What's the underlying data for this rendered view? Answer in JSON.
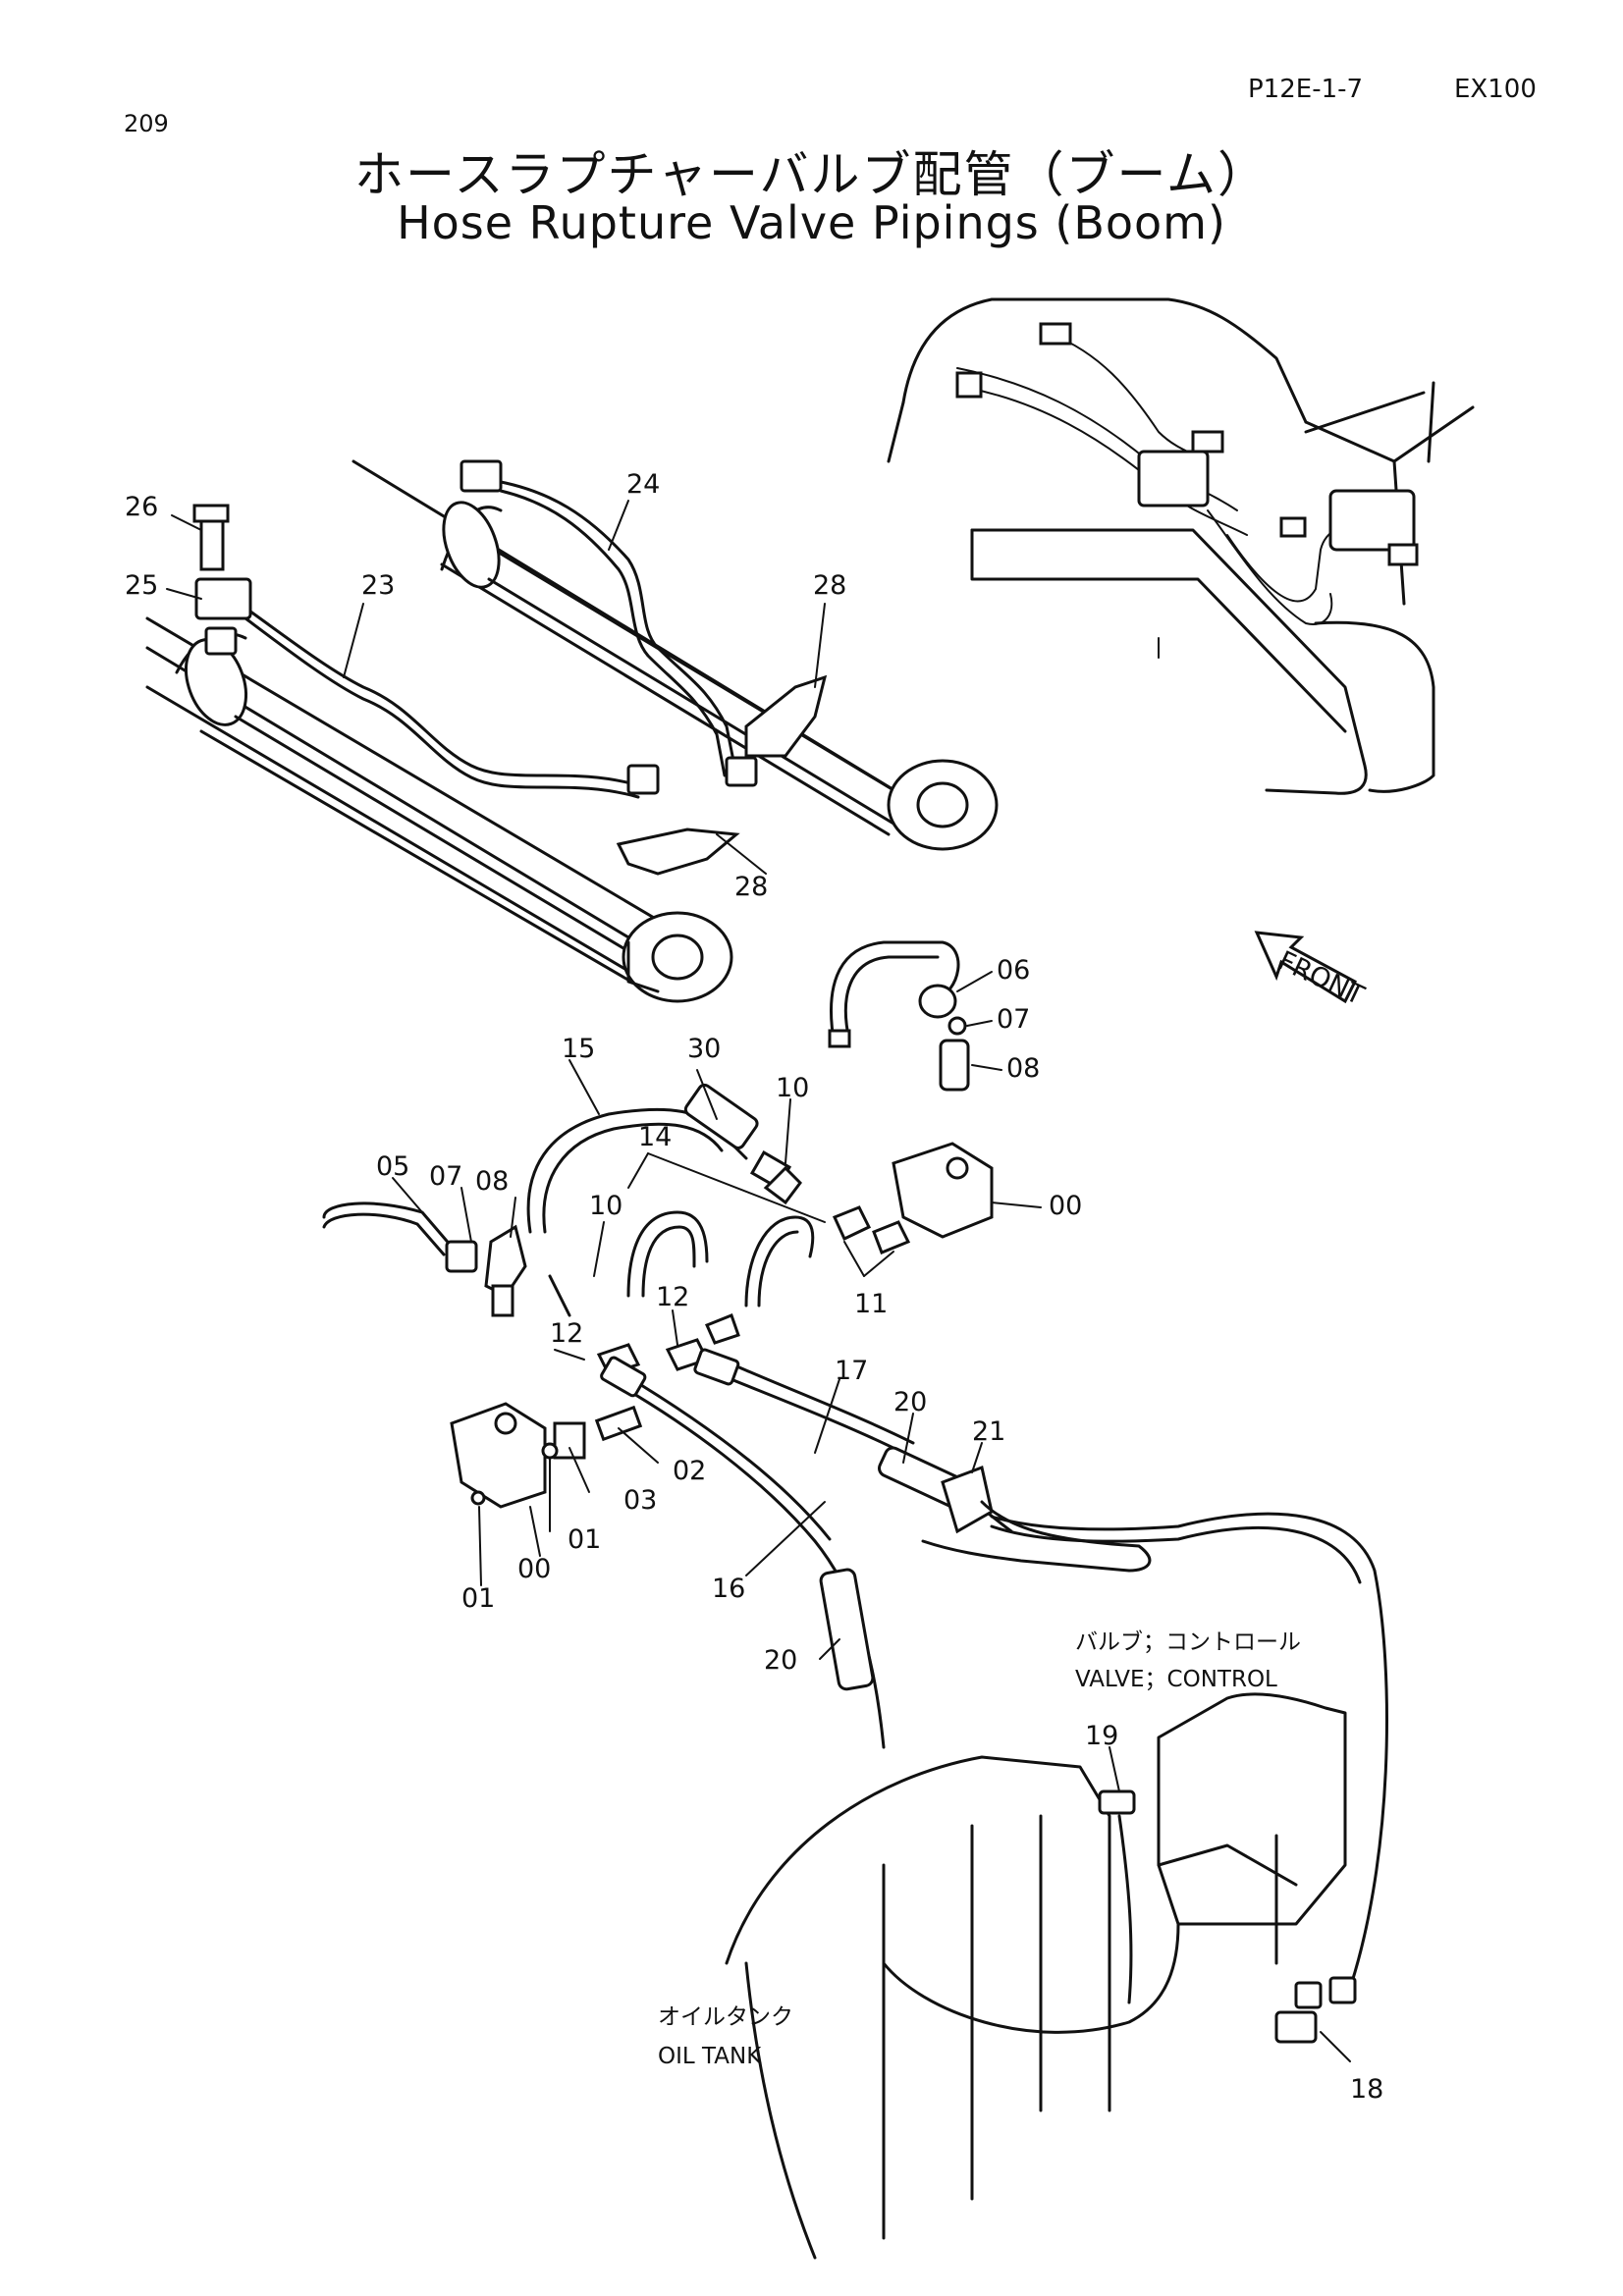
{
  "header": {
    "page_number": "209",
    "ref_code": "P12E-1-7",
    "model": "EX100"
  },
  "title": {
    "japanese": "ホースラプチャーバルブ配管（ブーム）",
    "english": "Hose Rupture Valve Pipings (Boom)"
  },
  "callouts": [
    {
      "id": "c26",
      "label": "26"
    },
    {
      "id": "c25",
      "label": "25"
    },
    {
      "id": "c23",
      "label": "23"
    },
    {
      "id": "c24",
      "label": "24"
    },
    {
      "id": "c28a",
      "label": "28"
    },
    {
      "id": "c28b",
      "label": "28"
    },
    {
      "id": "c06",
      "label": "06"
    },
    {
      "id": "c07a",
      "label": "07"
    },
    {
      "id": "c08a",
      "label": "08"
    },
    {
      "id": "c15",
      "label": "15"
    },
    {
      "id": "c30",
      "label": "30"
    },
    {
      "id": "c10a",
      "label": "10"
    },
    {
      "id": "c14",
      "label": "14"
    },
    {
      "id": "c00a",
      "label": "00"
    },
    {
      "id": "c05",
      "label": "05"
    },
    {
      "id": "c07b",
      "label": "07"
    },
    {
      "id": "c08b",
      "label": "08"
    },
    {
      "id": "c10b",
      "label": "10"
    },
    {
      "id": "c11",
      "label": "11"
    },
    {
      "id": "c12a",
      "label": "12"
    },
    {
      "id": "c12b",
      "label": "12"
    },
    {
      "id": "c17",
      "label": "17"
    },
    {
      "id": "c20a",
      "label": "20"
    },
    {
      "id": "c21",
      "label": "21"
    },
    {
      "id": "c02",
      "label": "02"
    },
    {
      "id": "c03",
      "label": "03"
    },
    {
      "id": "c01a",
      "label": "01"
    },
    {
      "id": "c00b",
      "label": "00"
    },
    {
      "id": "c01b",
      "label": "01"
    },
    {
      "id": "c16",
      "label": "16"
    },
    {
      "id": "c20b",
      "label": "20"
    },
    {
      "id": "c19",
      "label": "19"
    },
    {
      "id": "c18",
      "label": "18"
    }
  ],
  "notes": {
    "control_valve_ja": "バルブ；コントロール",
    "control_valve_en": "VALVE；CONTROL",
    "oil_tank_ja": "オイルタンク",
    "oil_tank_en": "OIL TANK",
    "front_label": "FRONT"
  }
}
